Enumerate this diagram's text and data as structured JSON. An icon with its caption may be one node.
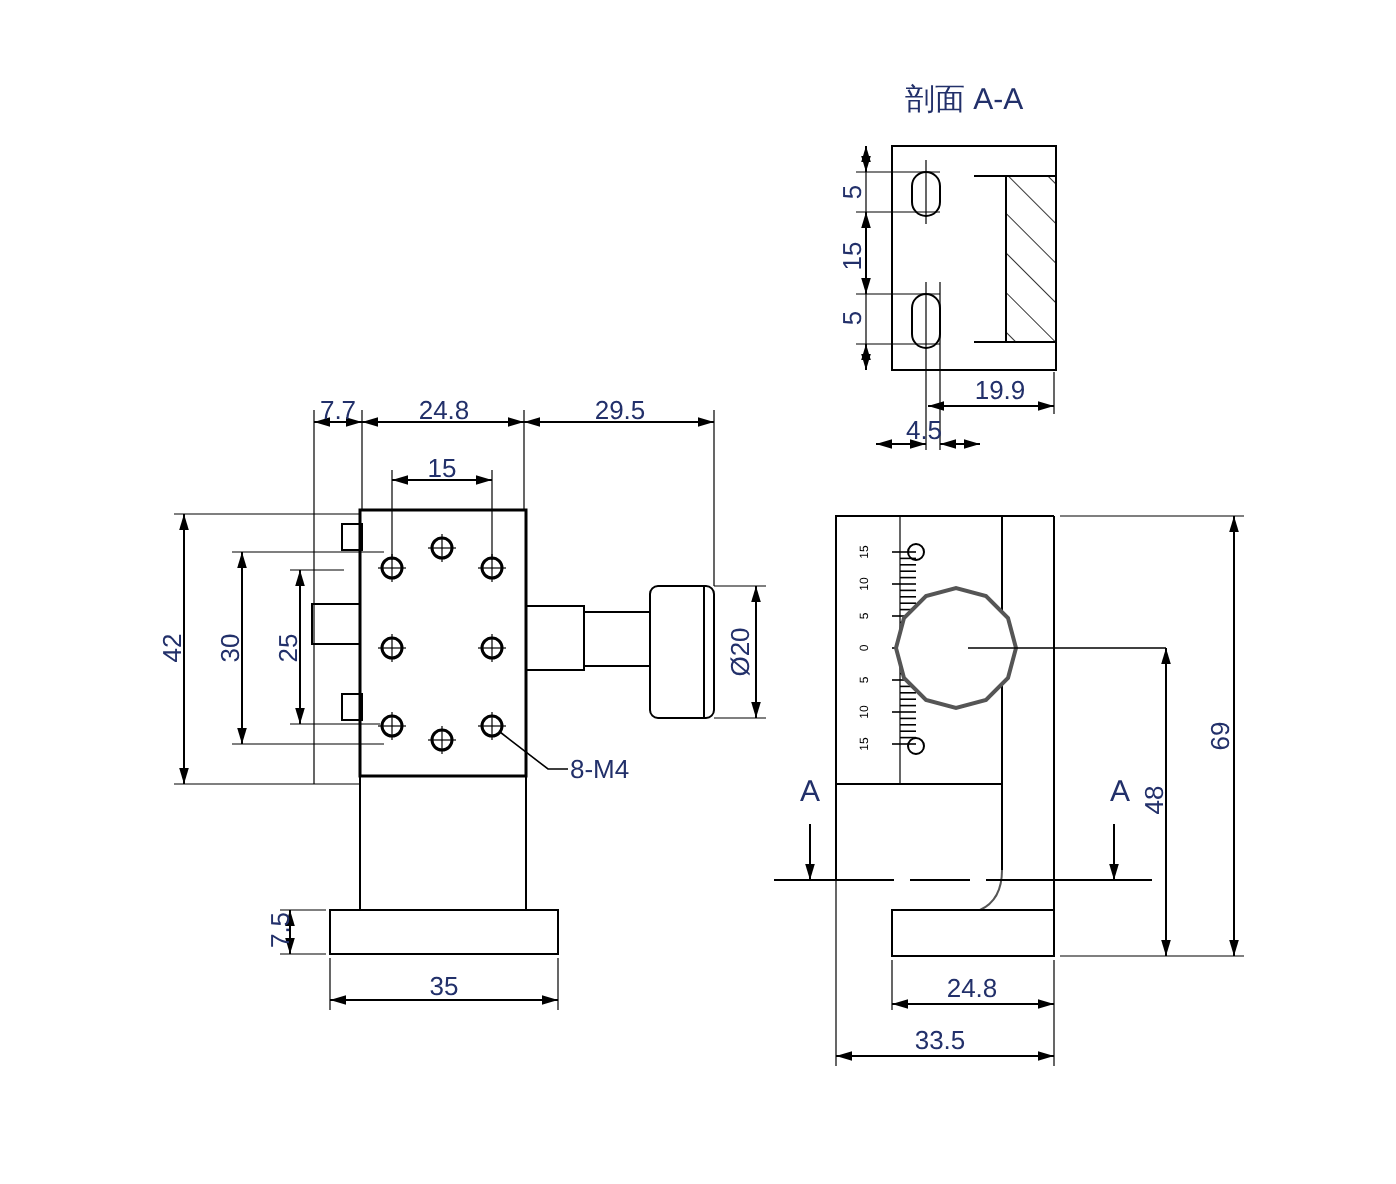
{
  "diagram": {
    "nodes": [
      {
        "text": [
          "8-M4"
        ]
      },
      {
        "text": [],
        "shape": "circle"
      }
    ],
    "edges": [
      {
        "from": 0,
        "to": 1,
        "arrow": "none"
      }
    ],
    "labels": [
      "剖面 A-A",
      "5",
      "15",
      "5",
      "19.9",
      "4.5",
      "7.7",
      "24.8",
      "29.5",
      "15",
      "42",
      "30",
      "25",
      "Ø20",
      "7.5",
      "35",
      "15",
      "10",
      "5",
      "0",
      "5",
      "10",
      "15",
      "A",
      "A",
      "48",
      "69",
      "24.8",
      "33.5"
    ]
  }
}
